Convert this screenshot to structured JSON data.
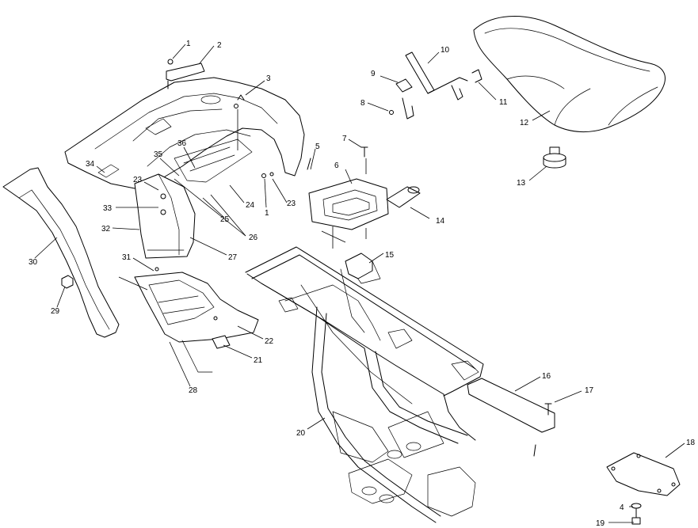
{
  "callouts": [
    {
      "id": "c1a",
      "label": "1"
    },
    {
      "id": "c2",
      "label": "2"
    },
    {
      "id": "c3",
      "label": "3"
    },
    {
      "id": "c4",
      "label": "4"
    },
    {
      "id": "c5",
      "label": "5"
    },
    {
      "id": "c6",
      "label": "6"
    },
    {
      "id": "c7",
      "label": "7"
    },
    {
      "id": "c8",
      "label": "8"
    },
    {
      "id": "c9",
      "label": "9"
    },
    {
      "id": "c10",
      "label": "10"
    },
    {
      "id": "c11",
      "label": "11"
    },
    {
      "id": "c12",
      "label": "12"
    },
    {
      "id": "c13",
      "label": "13"
    },
    {
      "id": "c14",
      "label": "14"
    },
    {
      "id": "c15",
      "label": "15"
    },
    {
      "id": "c16",
      "label": "16"
    },
    {
      "id": "c17",
      "label": "17"
    },
    {
      "id": "c18",
      "label": "18"
    },
    {
      "id": "c19",
      "label": "19"
    },
    {
      "id": "c20",
      "label": "20"
    },
    {
      "id": "c21",
      "label": "21"
    },
    {
      "id": "c22",
      "label": "22"
    },
    {
      "id": "c23a",
      "label": "23"
    },
    {
      "id": "c23b",
      "label": "23"
    },
    {
      "id": "c24",
      "label": "24"
    },
    {
      "id": "c25",
      "label": "25"
    },
    {
      "id": "c26",
      "label": "26"
    },
    {
      "id": "c27",
      "label": "27"
    },
    {
      "id": "c28",
      "label": "28"
    },
    {
      "id": "c29",
      "label": "29"
    },
    {
      "id": "c30",
      "label": "30"
    },
    {
      "id": "c31",
      "label": "31"
    },
    {
      "id": "c32",
      "label": "32"
    },
    {
      "id": "c33",
      "label": "33"
    },
    {
      "id": "c34",
      "label": "34"
    },
    {
      "id": "c35",
      "label": "35"
    },
    {
      "id": "c36",
      "label": "36"
    },
    {
      "id": "c1b",
      "label": "1"
    }
  ]
}
